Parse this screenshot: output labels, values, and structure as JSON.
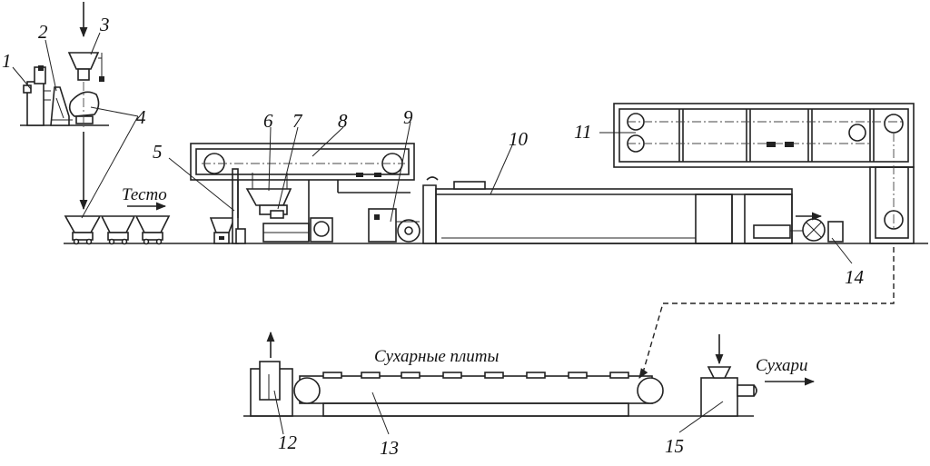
{
  "labels": {
    "n1": "1",
    "n2": "2",
    "n3": "3",
    "n4": "4",
    "n5": "5",
    "n6": "6",
    "n7": "7",
    "n8": "8",
    "n9": "9",
    "n10": "10",
    "n11": "11",
    "n12": "12",
    "n13": "13",
    "n14": "14",
    "n15": "15",
    "dough": "Тесто",
    "rusk_slabs": "Сухарные плиты",
    "rusks": "Сухари"
  }
}
